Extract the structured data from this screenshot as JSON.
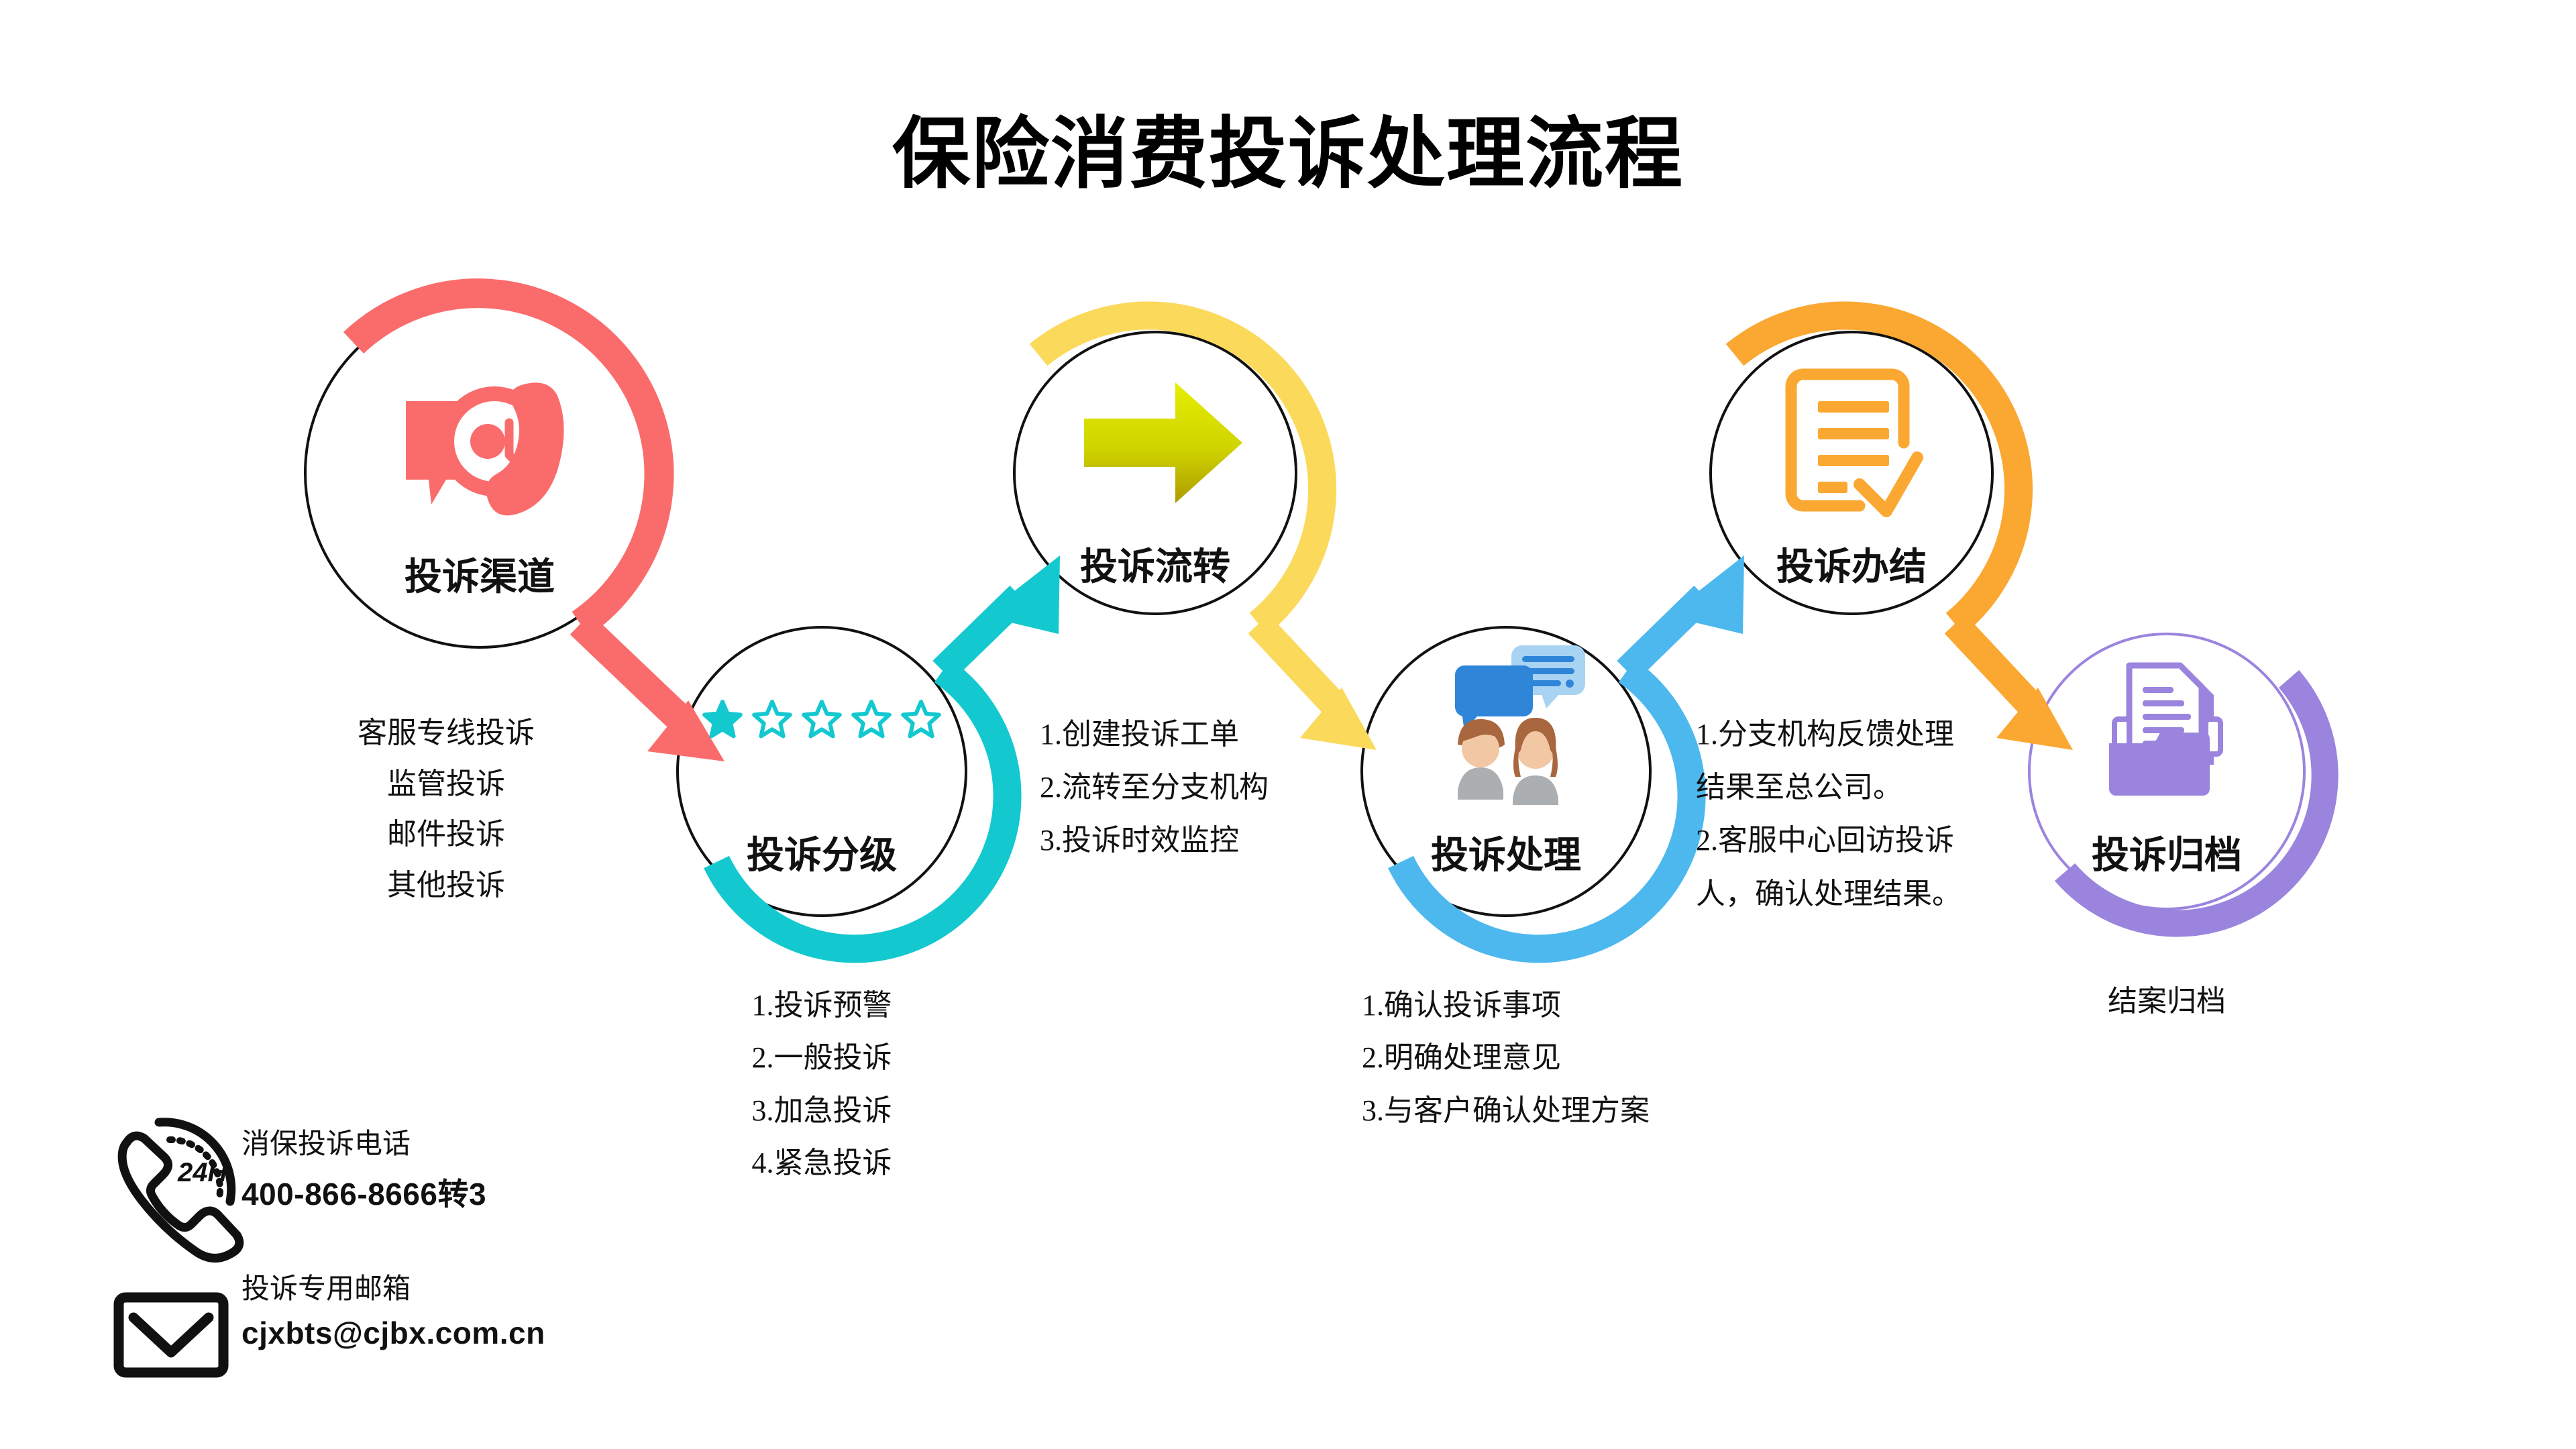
{
  "title": "保险消费投诉处理流程",
  "colors": {
    "step1_red": "#FA6C6C",
    "step2_cyan": "#14C8CF",
    "step3_yellow": "#FBD95B",
    "step4_blue": "#4DB8EE",
    "step5_orange": "#FBA832",
    "step6_purple": "#9B84DE",
    "arrow_yellow_green_from": "#D7E000",
    "arrow_yellow_green_to": "#B8A400",
    "outline_black": "#111111"
  },
  "steps": [
    {
      "id": "step-1",
      "label": "投诉渠道",
      "icon": "at-sign-phone-chat-icon",
      "accent": "#FA6C6C",
      "details": [
        "客服专线投诉",
        "监管投诉",
        "邮件投诉",
        "其他投诉"
      ]
    },
    {
      "id": "step-2",
      "label": "投诉分级",
      "icon": "star-rating-icon",
      "accent": "#14C8CF",
      "stars_total": 5,
      "stars_filled": 1,
      "details": [
        "1.投诉预警",
        "2.一般投诉",
        "3.加急投诉",
        "4.紧急投诉"
      ]
    },
    {
      "id": "step-3",
      "label": "投诉流转",
      "icon": "right-arrow-icon",
      "accent": "#FBD95B",
      "details": [
        "1.创建投诉工单",
        "2.流转至分支机构",
        "3.投诉时效监控"
      ]
    },
    {
      "id": "step-4",
      "label": "投诉处理",
      "icon": "two-people-chat-icon",
      "accent": "#4DB8EE",
      "details": [
        "1.确认投诉事项",
        "2.明确处理意见",
        "3.与客户确认处理方案"
      ]
    },
    {
      "id": "step-5",
      "label": "投诉办结",
      "icon": "document-check-icon",
      "accent": "#FBA832",
      "details": [
        "1.分支机构反馈处理结果至总公司。",
        "2.客服中心回访投诉人，确认处理结果。"
      ]
    },
    {
      "id": "step-6",
      "label": "投诉归档",
      "icon": "archive-folder-icon",
      "accent": "#9B84DE",
      "details": [
        "结案归档"
      ]
    }
  ],
  "contacts": [
    {
      "id": "contact-phone",
      "icon": "phone-24h-icon",
      "title": "消保投诉电话",
      "value": "400-866-8666转3"
    },
    {
      "id": "contact-email",
      "icon": "envelope-icon",
      "title": "投诉专用邮箱",
      "value": "cjxbts@cjbx.com.cn"
    }
  ]
}
